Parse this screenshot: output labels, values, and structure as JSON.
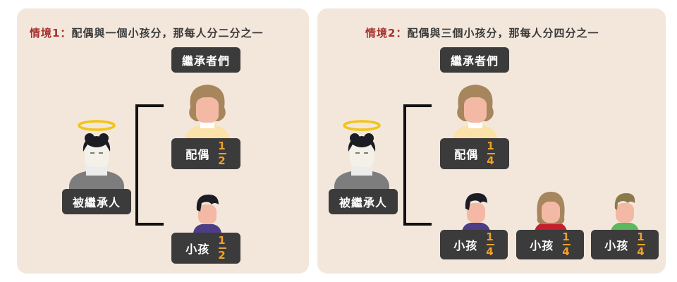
{
  "scenario1": {
    "tag": "情境1：",
    "text": "配偶與一個小孩分，那每人分二分之一",
    "heirs_header": "繼承者們",
    "deceased_label": "被繼承人",
    "heirs": [
      {
        "label": "配偶",
        "num": "1",
        "den": "2"
      },
      {
        "label": "小孩",
        "num": "1",
        "den": "2"
      }
    ]
  },
  "scenario2": {
    "tag": "情境2：",
    "text": "配偶與三個小孩分，那每人分四分之一",
    "heirs_header": "繼承者們",
    "deceased_label": "被繼承人",
    "heirs": [
      {
        "label": "配偶",
        "num": "1",
        "den": "4"
      },
      {
        "label": "小孩",
        "num": "1",
        "den": "4"
      },
      {
        "label": "小孩",
        "num": "1",
        "den": "4"
      },
      {
        "label": "小孩",
        "num": "1",
        "den": "4"
      }
    ]
  },
  "colors": {
    "panel_bg": "#f3e7dc",
    "label_bg": "#3b3b3b",
    "fraction": "#f0a12a",
    "scenario_tag": "#a8322c",
    "halo": "#f2c418"
  }
}
